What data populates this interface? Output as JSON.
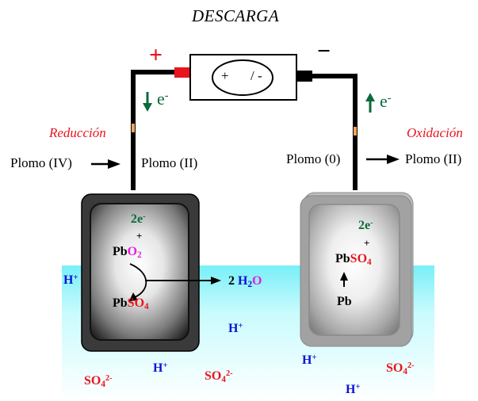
{
  "title": "DESCARGA",
  "terminals": {
    "positive": "+",
    "negative": "−"
  },
  "meter": {
    "label_plus": "+",
    "label_minus": "/ -"
  },
  "electrons": {
    "base": "e",
    "charge": "-"
  },
  "left": {
    "process": "Reducción",
    "from": "Plomo (IV)",
    "to": "Plomo (II)",
    "reactant_electrons": "2e",
    "electron_charge": "-",
    "plus": "+",
    "reactant_pb": "Pb",
    "reactant_o": "O",
    "reactant_o_sub": "2",
    "product_pb": "Pb",
    "product_so": "SO",
    "product_so_sub": "4"
  },
  "right": {
    "process": "Oxidación",
    "from": "Plomo (0)",
    "to": "Plomo (II)",
    "reactant_electrons": "2e",
    "electron_charge": "-",
    "plus": "+",
    "product_pb": "Pb",
    "product_so": "SO",
    "product_so_sub": "4",
    "reactant": "Pb"
  },
  "water": {
    "coef": "2",
    "h": "H",
    "h_sub": "2",
    "o": "O"
  },
  "ions": {
    "hydrogen": "H",
    "hydrogen_charge": "+",
    "sulfate": "SO",
    "sulfate_sub": "4",
    "sulfate_charge": "2-"
  },
  "colors": {
    "electrolyte": "#88f2f9",
    "positive_terminal": "#e8141e",
    "electron_arrow": "#0a6b3a",
    "process_label": "#e8141e",
    "oxygen": "#e21ee0",
    "sulfate": "#e8141e",
    "hydrogen": "#0a14d6"
  }
}
